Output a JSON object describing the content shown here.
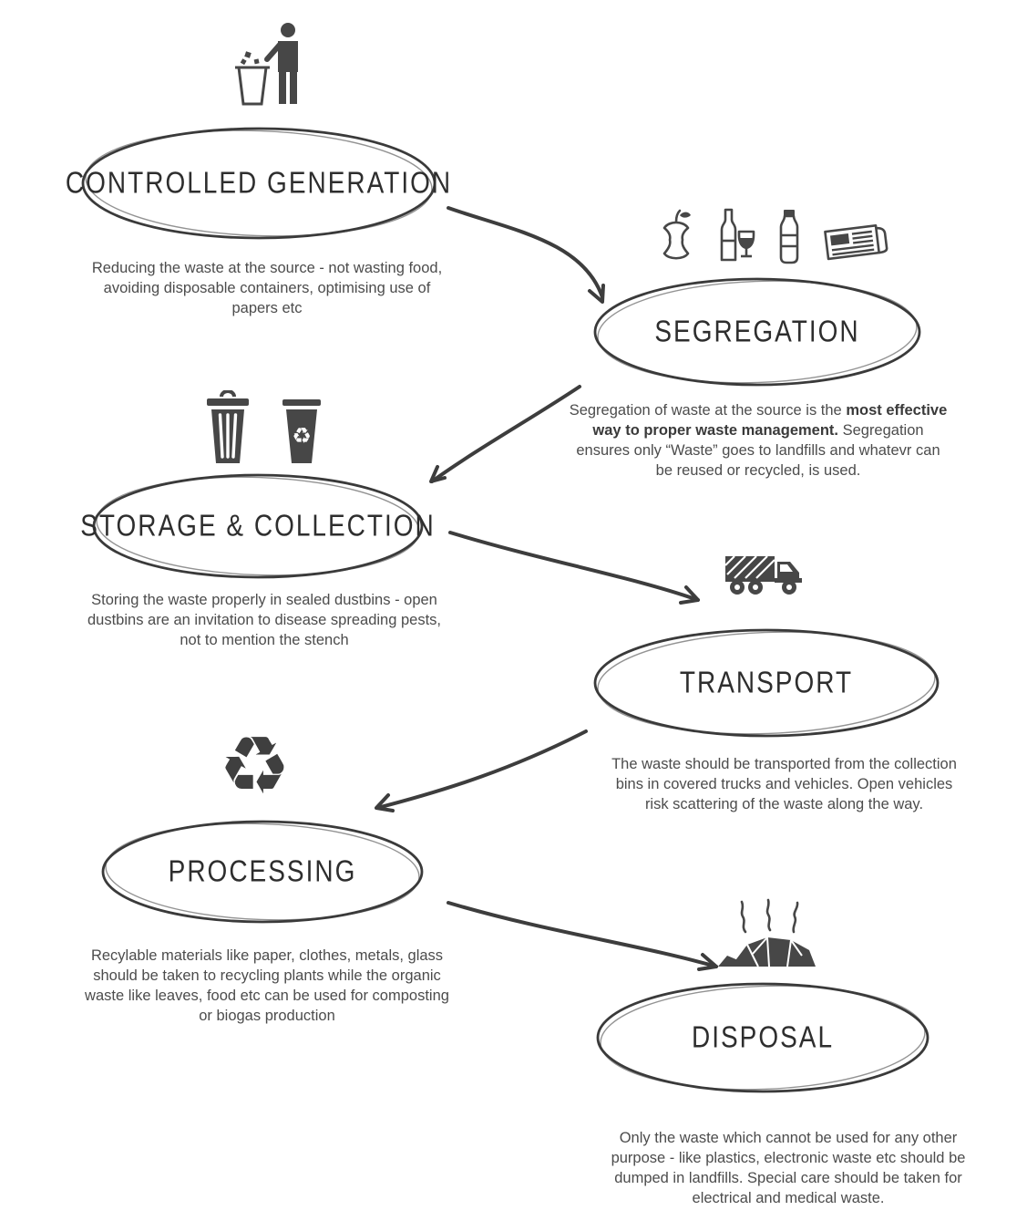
{
  "page": {
    "ink_color": "#3f3f3f",
    "text_color": "#4c4c4c",
    "background": "#ffffff"
  },
  "glyphs": {
    "recycling_symbol": "♻"
  },
  "connections": [
    [
      "CONTROLLED GENERATION",
      "SEGREGATION"
    ],
    [
      "SEGREGATION",
      "STORAGE & COLLECTION"
    ],
    [
      "STORAGE & COLLECTION",
      "TRANSPORT"
    ],
    [
      "TRANSPORT",
      "PROCESSING"
    ],
    [
      "PROCESSING",
      "DISPOSAL"
    ]
  ],
  "nodes": [
    {
      "title": "CONTROLLED GENERATION",
      "icon": "person-littering-icon",
      "description": "Reducing the waste at the source - not wasting food, avoiding disposable containers, optimising use of papers etc"
    },
    {
      "title": "SEGREGATION",
      "icons": [
        "apple-core-icon",
        "wine-bottle-and-glass-icon",
        "plastic-bottle-icon",
        "newspaper-icon"
      ],
      "desc_pre": "Segregation of waste at the source is the ",
      "desc_bold": "most effective way to proper waste management.",
      "desc_post": " Segregation ensures only “Waste” goes to landfills and whatevr can be reused or recycled, is used."
    },
    {
      "title": "STORAGE & COLLECTION",
      "icons": [
        "trash-can-icon",
        "recycle-bin-icon"
      ],
      "description": "Storing the waste properly in sealed dustbins - open dustbins are an invitation to disease spreading pests, not to mention the stench"
    },
    {
      "title": "TRANSPORT",
      "icon": "garbage-truck-icon",
      "description": "The waste should be transported from the collection bins in covered trucks and vehicles. Open vehicles risk scattering of the waste along the way."
    },
    {
      "title": "PROCESSING",
      "icon": "recycling-symbol-icon",
      "description": "Recylable materials like paper, clothes, metals, glass should be taken to recycling plants while the organic waste like leaves, food etc can be used for composting or biogas production"
    },
    {
      "title": "DISPOSAL",
      "icon": "landfill-icon",
      "description": "Only the waste which cannot be used for any other purpose - like plastics, electronic waste etc should be dumped in landfills. Special care should be taken for electrical and medical waste."
    }
  ]
}
